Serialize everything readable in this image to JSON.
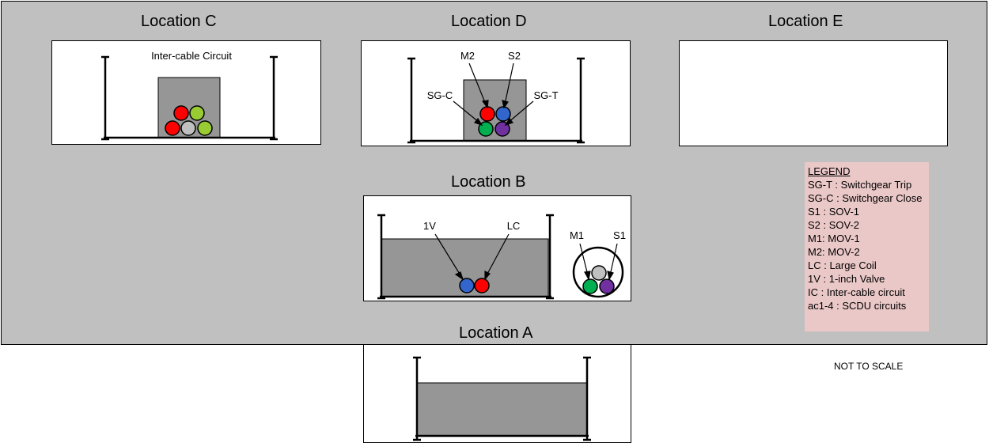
{
  "locations": {
    "c": {
      "title": "Location C",
      "label": "Inter-cable Circuit"
    },
    "d": {
      "title": "Location D",
      "labels": {
        "m2": "M2",
        "s2": "S2",
        "sgc": "SG-C",
        "sgt": "SG-T"
      }
    },
    "e": {
      "title": "Location E"
    },
    "b": {
      "title": "Location B",
      "labels": {
        "v1": "1V",
        "lc": "LC",
        "m1": "M1",
        "s1": "S1"
      }
    },
    "a": {
      "title": "Location A"
    }
  },
  "legend": {
    "title": "LEGEND",
    "items": [
      "SG-T : Switchgear Trip",
      "SG-C : Switchgear Close",
      "S1 : SOV-1",
      "S2 : SOV-2",
      "M1: MOV-1",
      "M2: MOV-2",
      "LC : Large Coil",
      "1V : 1-inch Valve",
      "IC : Inter-cable circuit",
      "ac1-4 : SCDU circuits"
    ]
  },
  "note": "NOT TO SCALE",
  "colors": {
    "panel": "#c0c0c0",
    "fill": "#969696",
    "red": "#ff0000",
    "green_light": "#99cc33",
    "green": "#00b050",
    "gray_cable": "#c0c0c0",
    "blue": "#3366cc",
    "purple": "#7030a0",
    "legend_bg": "#ebc8c8"
  }
}
